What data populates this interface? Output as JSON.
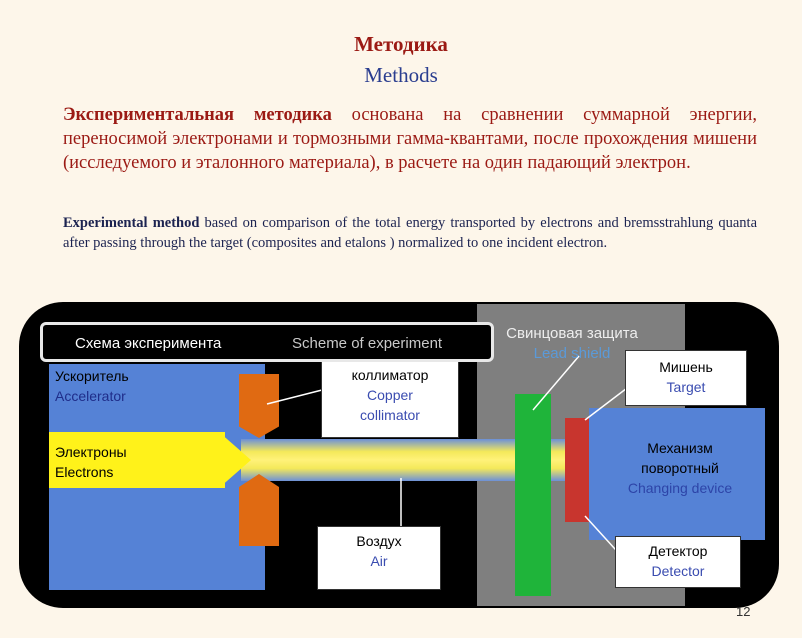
{
  "title": {
    "ru": "Методика",
    "en": "Methods"
  },
  "paragraph_ru": {
    "bold": "Экспериментальная методика",
    "rest": " основана на сравнении суммарной энергии, переносимой электронами и тормозными гамма-квантами, после прохождения мишени (исследуемого и эталонного материала), в расчете на один падающий электрон."
  },
  "paragraph_en": {
    "bold": "Experimental method",
    "rest": " based on comparison of the total energy transported by electrons and bremsstrahlung quanta after passing through the target (composites and etalons ) normalized to one incident electron."
  },
  "scheme": {
    "header_ru": "Схема эксперимента",
    "header_en": "Scheme of experiment",
    "accelerator": {
      "ru": "Ускоритель",
      "en": "Accelerator"
    },
    "electrons": {
      "ru": "Электроны",
      "en": "Electrons"
    },
    "collimator": {
      "ru": "коллиматор",
      "en_line1": "Copper",
      "en_line2": "collimator"
    },
    "shield": {
      "ru": "Свинцовая защита",
      "en": "Lead shield"
    },
    "target": {
      "ru": "Мишень",
      "en": "Target"
    },
    "mechanism": {
      "ru_line1": "Механизм",
      "ru_line2": "поворотный",
      "en": "Changing device"
    },
    "air": {
      "ru": "Воздух",
      "en": "Air"
    },
    "detector": {
      "ru": "Детектор",
      "en": "Detector"
    }
  },
  "colors": {
    "accelerator": "#5582d6",
    "electrons": "#fff21a",
    "collimator": "#e06a12",
    "shield": "#7f7f7f",
    "green_block": "#1fb43a",
    "target_red": "#c8352e",
    "title_red": "#9b1a14",
    "title_blue": "#2a3d8f"
  },
  "page_number": "12"
}
